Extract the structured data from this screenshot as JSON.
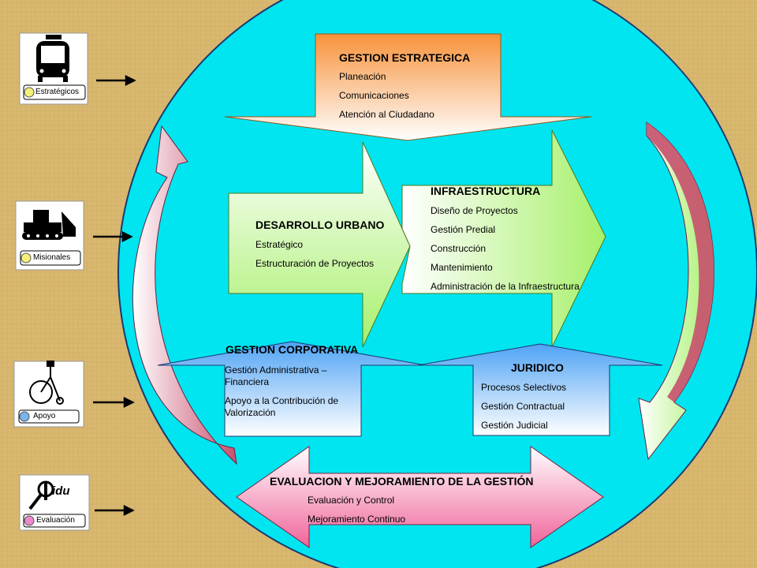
{
  "legend": {
    "estrategicos": "Estratégicos",
    "misionales": "Misionales",
    "apoyo": "Apoyo",
    "evaluacion": "Evaluación"
  },
  "logo_lettering": "idu",
  "gestion_estrategica": {
    "title": "GESTION ESTRATEGICA",
    "items": [
      "Planeación",
      "Comunicaciones",
      "Atención al Ciudadano"
    ]
  },
  "desarrollo_urbano": {
    "title": "DESARROLLO URBANO",
    "items": [
      "Estratégico",
      "Estructuración de Proyectos"
    ]
  },
  "infraestructura": {
    "title": "INFRAESTRUCTURA",
    "items": [
      "Diseño de Proyectos",
      "Gestión Predial",
      "Construcción",
      "Mantenimiento",
      "Administración de la Infraestructura"
    ]
  },
  "gestion_corporativa": {
    "title": "GESTION CORPORATIVA",
    "items": [
      "Gestión Administrativa –",
      "Financiera",
      "Apoyo a la Contribución de",
      "Valorización"
    ]
  },
  "juridico": {
    "title": "JURIDICO",
    "items": [
      "Procesos Selectivos",
      "Gestión Contractual",
      "Gestión Judicial"
    ]
  },
  "evaluacion": {
    "title": "EVALUACION Y MEJORAMIENTO DE LA GESTIÓN",
    "items": [
      "Evaluación y Control",
      "Mejoramiento Continuo"
    ]
  },
  "colors": {
    "background": "#d9b870",
    "circle": "#00e5f0",
    "strategic_orange": "#f7923a",
    "mission_green": "#a6f06a",
    "support_blue": "#4fa3f5",
    "evaluation_pink": "#f0649a",
    "return_arrow": "#c8506e",
    "dot_yellow": "#f5f07a",
    "dot_blue": "#7ab4ee",
    "dot_pink": "#ee88cc"
  }
}
